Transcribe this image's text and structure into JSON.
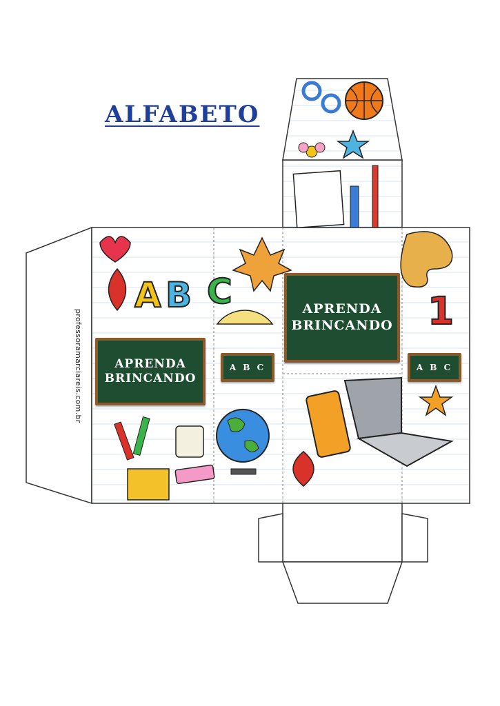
{
  "title": "ALFABETO",
  "website": "professoramarciareis.com.br",
  "boards": {
    "front_line1": "APRENDA",
    "front_line2": "BRINCANDO",
    "side_line1": "APRENDA",
    "side_line2": "BRINCANDO",
    "label_left": "A B C",
    "label_right": "A B C"
  },
  "colors": {
    "title": "#1f3f9a",
    "board": "#1f4d32",
    "frame": "#8a5a2b"
  }
}
